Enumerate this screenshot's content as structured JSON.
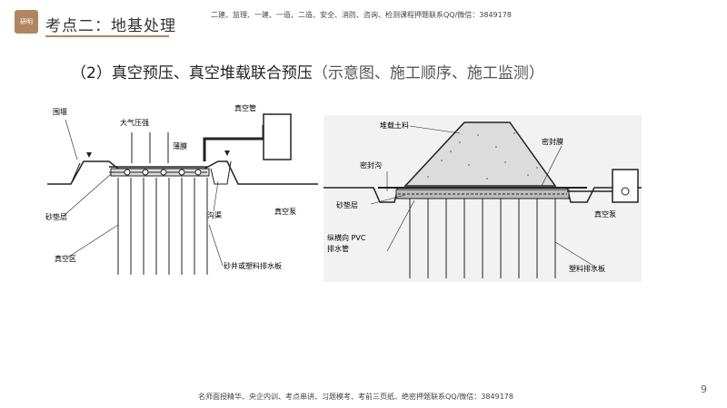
{
  "header": {
    "logo_text": "研明",
    "title": "考点二：地基处理",
    "banner": "二建、监理、一建、一造、二造、安全、消防、咨询、检测课程押题联系QQ/微信：3849178"
  },
  "subtitle": {
    "main": "（2）真空预压、真空堆载联合预压",
    "paren": "（示意图、施工顺序、施工监测）"
  },
  "figure_left": {
    "labels": {
      "weir": "围堰",
      "atm": "大气压强",
      "membrane": "薄膜",
      "vacuum_pipe": "真空管",
      "sand": "砂垫层",
      "ditch": "沟渠",
      "pump": "真空泵",
      "zone": "真空区",
      "drains": "砂井或塑料排水板"
    }
  },
  "figure_right": {
    "labels": {
      "fill": "堆载土料",
      "seal_film": "密封膜",
      "seal_ditch": "密封沟",
      "sand": "砂垫层",
      "pvc": "纵横向 PVC",
      "pvc2": "排水管",
      "pump": "真空泵",
      "drain_board": "塑料排水板"
    }
  },
  "footer": {
    "page_number": "9",
    "banner": "名师面授精华、央企内训、考点串讲、习题模考、考前三页纸、绝密押题联系QQ/微信：3849178"
  }
}
